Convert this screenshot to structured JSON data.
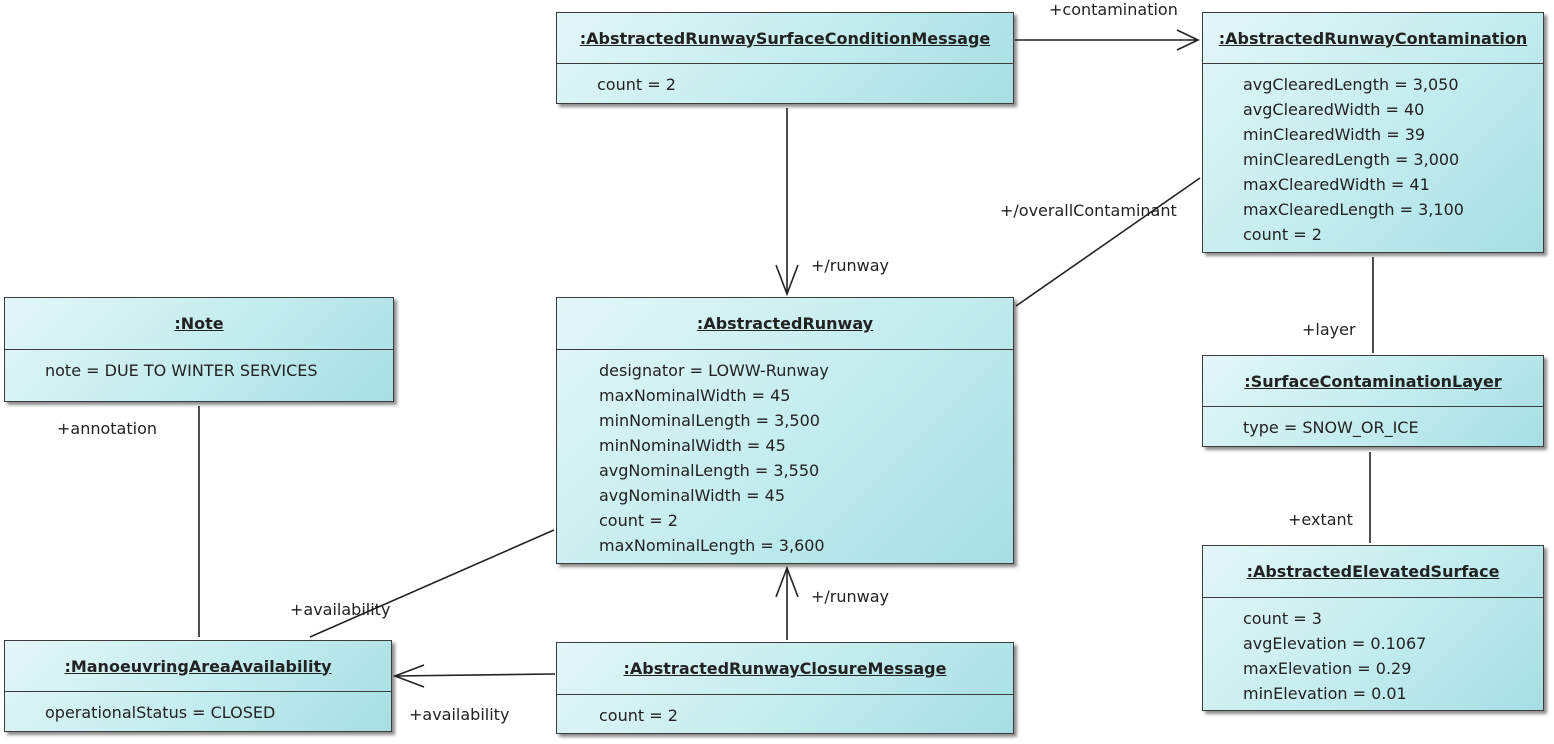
{
  "objects": {
    "surface_condition_message": {
      "name": ":AbstractedRunwaySurfaceConditionMessage",
      "attributes": [
        "count = 2"
      ]
    },
    "runway_contamination": {
      "name": ":AbstractedRunwayContamination",
      "attributes": [
        "avgClearedLength = 3,050",
        "avgClearedWidth = 40",
        "minClearedWidth = 39",
        "minClearedLength = 3,000",
        "maxClearedWidth = 41",
        "maxClearedLength = 3,100",
        "count = 2"
      ]
    },
    "note": {
      "name": ":Note",
      "attributes": [
        "note = DUE TO WINTER SERVICES"
      ]
    },
    "runway": {
      "name": ":AbstractedRunway",
      "attributes": [
        "designator = LOWW-Runway",
        "maxNominalWidth = 45",
        "minNominalLength = 3,500",
        "minNominalWidth = 45",
        "avgNominalLength = 3,550",
        "avgNominalWidth = 45",
        "count = 2",
        "maxNominalLength = 3,600"
      ]
    },
    "contamination_layer": {
      "name": ":SurfaceContaminationLayer",
      "attributes": [
        "type = SNOW_OR_ICE"
      ]
    },
    "elevated_surface": {
      "name": ":AbstractedElevatedSurface",
      "attributes": [
        "count = 3",
        "avgElevation = 0.1067",
        "maxElevation = 0.29",
        "minElevation = 0.01"
      ]
    },
    "area_availability": {
      "name": ":ManoeuvringAreaAvailability",
      "attributes": [
        "operationalStatus = CLOSED"
      ]
    },
    "closure_message": {
      "name": ":AbstractedRunwayClosureMessage",
      "attributes": [
        "count = 2"
      ]
    }
  },
  "roles": {
    "contamination": "+contamination",
    "overall_contaminant": "+/overallContaminant",
    "runway_top": "+/runway",
    "runway_bottom": "+/runway",
    "layer": "+layer",
    "extant": "+extant",
    "annotation": "+annotation",
    "availability_upper": "+availability",
    "availability_lower": "+availability"
  },
  "colors": {
    "box_fill_light": "#e3f6f7",
    "box_fill_dark": "#a6dee3",
    "border": "#3c3c3c"
  }
}
